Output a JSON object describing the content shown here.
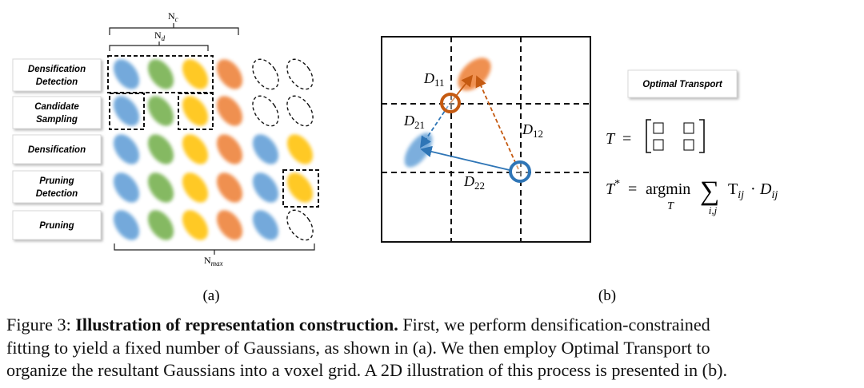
{
  "figure": {
    "panel_a": {
      "row_labels": [
        [
          "Densification",
          "Detection"
        ],
        [
          "Candidate",
          "Sampling"
        ],
        [
          "Densification"
        ],
        [
          "Pruning",
          "Detection"
        ],
        [
          "Pruning"
        ]
      ],
      "brace_nc": {
        "base": "N",
        "sub": "c"
      },
      "brace_nd": {
        "base": "N",
        "sub": "d"
      },
      "brace_nmax": {
        "base": "N",
        "sub": "max"
      },
      "subfigure_label": "(a)",
      "colors": {
        "blue": "#5b9bd5",
        "green": "#70ad47",
        "yellow": "#ffc000",
        "orange": "#ed7d31"
      }
    },
    "panel_b": {
      "edge_labels": [
        {
          "base": "D",
          "sub": "11"
        },
        {
          "base": "D",
          "sub": "12"
        },
        {
          "base": "D",
          "sub": "21"
        },
        {
          "base": "D",
          "sub": "22"
        }
      ],
      "title": "Optimal Transport",
      "eq1": {
        "lhs": "T",
        "rel": "="
      },
      "eq2": {
        "lhs": "T",
        "sup": "*",
        "rel": "=",
        "op": "argmin",
        "op_sub": "T",
        "sum_sub": "i,j",
        "term1": "T",
        "term1_sub": "ij",
        "dot": "·",
        "term2": "D",
        "term2_sub": "ij"
      },
      "subfigure_label": "(b)",
      "colors": {
        "orange_circle": "#c55a11",
        "blue_circle": "#2e75b6",
        "orange_arrow": "#c55a11",
        "blue_arrow": "#2e75b6"
      }
    }
  },
  "caption": {
    "prefix": "Figure 3: ",
    "bold": "Illustration of representation construction.",
    "line1_rest": " First, we perform densification-constrained",
    "line2": "fitting to yield a fixed number of Gaussians, as shown in (a). We then employ Optimal Transport to",
    "line3": "organize the resultant Gaussians into a voxel grid. A 2D illustration of this process is presented in (b)."
  }
}
